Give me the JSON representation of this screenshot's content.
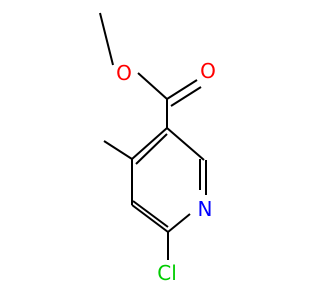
{
  "molecule": {
    "atoms": {
      "ester_oxygen": {
        "label": "O",
        "color": "#ff0000"
      },
      "carbonyl_oxygen": {
        "label": "O",
        "color": "#ff0000"
      },
      "ring_nitrogen": {
        "label": "N",
        "color": "#0000ff"
      },
      "chlorine": {
        "label": "Cl",
        "color": "#00cc00"
      }
    },
    "bond_color": "#000000"
  }
}
